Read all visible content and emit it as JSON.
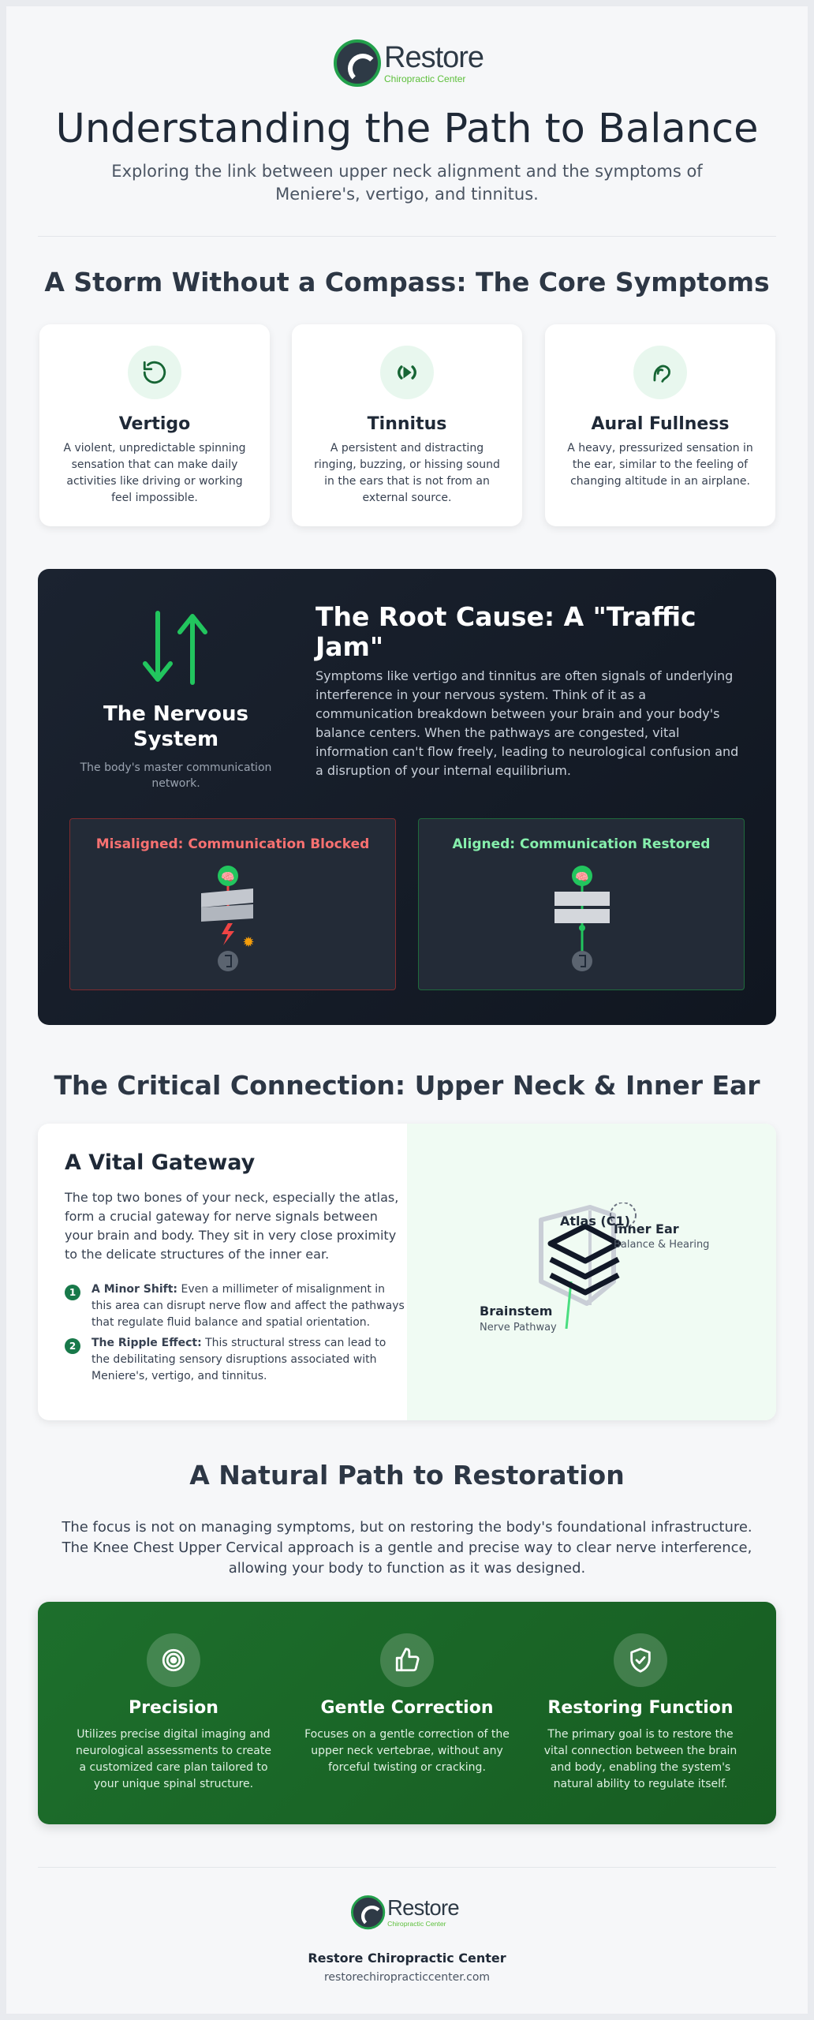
{
  "header": {
    "logo_name": "Restore",
    "logo_sub": "Chiropractic Center",
    "title": "Understanding the Path to Balance",
    "subtitle": "Exploring the link between upper neck alignment and the symptoms of Meniere's, vertigo, and tinnitus."
  },
  "symptoms": {
    "heading": "A Storm Without a Compass: The Core Symptoms",
    "cards": [
      {
        "title": "Vertigo",
        "desc": "A violent, unpredictable spinning sensation that can make daily activities like driving or working feel impossible.",
        "icon": "rotate-icon"
      },
      {
        "title": "Tinnitus",
        "desc": "A persistent and distracting ringing, buzzing, or hissing sound in the ears that is not from an external source.",
        "icon": "sound-wave-icon"
      },
      {
        "title": "Aural Fullness",
        "desc": "A heavy, pressurized sensation in the ear, similar to the feeling of changing altitude in an airplane.",
        "icon": "ear-icon"
      }
    ]
  },
  "nervous": {
    "title": "The Nervous System",
    "sub": "The body's master communication network.",
    "root_title": "The Root Cause: A \"Traffic Jam\"",
    "root_text": "Symptoms like vertigo and tinnitus are often signals of underlying interference in your nervous system. Think of it as a communication breakdown between your brain and your body's balance centers. When the pathways are congested, vital information can't flow freely, leading to neurological confusion and a disruption of your internal equilibrium.",
    "blocked_label": "Misaligned: Communication Blocked",
    "restored_label": "Aligned: Communication Restored"
  },
  "connection": {
    "heading": "The Critical Connection: Upper Neck & Inner Ear",
    "title": "A Vital Gateway",
    "text": "The top two bones of your neck, especially the atlas, form a crucial gateway for nerve signals between your brain and body. They sit in very close proximity to the delicate structures of the inner ear.",
    "items": [
      {
        "num": "1",
        "label": "A Minor Shift:",
        "text": " Even a millimeter of misalignment in this area can disrupt nerve flow and affect the pathways that regulate fluid balance and spatial orientation."
      },
      {
        "num": "2",
        "label": "The Ripple Effect:",
        "text": " This structural stress can lead to the debilitating sensory disruptions associated with Meniere's, vertigo, and tinnitus."
      }
    ],
    "diagram": {
      "atlas": "Atlas (C1)",
      "inner_ear": "Inner Ear",
      "inner_ear_sub": "Balance & Hearing",
      "brainstem": "Brainstem",
      "brainstem_sub": "Nerve Pathway"
    }
  },
  "restoration": {
    "heading": "A Natural Path to Restoration",
    "text": "The focus is not on managing symptoms, but on restoring the body's foundational infrastructure. The Knee Chest Upper Cervical approach is a gentle and precise way to clear nerve interference, allowing your body to function as it was designed.",
    "pillars": [
      {
        "title": "Precision",
        "desc": "Utilizes precise digital imaging and neurological assessments to create a customized care plan tailored to your unique spinal structure.",
        "icon": "target-icon"
      },
      {
        "title": "Gentle Correction",
        "desc": "Focuses on a gentle correction of the upper neck vertebrae, without any forceful twisting or cracking.",
        "icon": "thumbs-up-icon"
      },
      {
        "title": "Restoring Function",
        "desc": "The primary goal is to restore the vital connection between the brain and body, enabling the system's natural ability to regulate itself.",
        "icon": "shield-check-icon"
      }
    ]
  },
  "footer": {
    "name": "Restore Chiropractic Center",
    "url": "restorechiropracticcenter.com"
  },
  "colors": {
    "accent": "#22c55e",
    "brand_dark": "#2e3a46",
    "green_panel": "#1d6f2c",
    "blocked": "#f87171",
    "restored": "#86efac"
  }
}
